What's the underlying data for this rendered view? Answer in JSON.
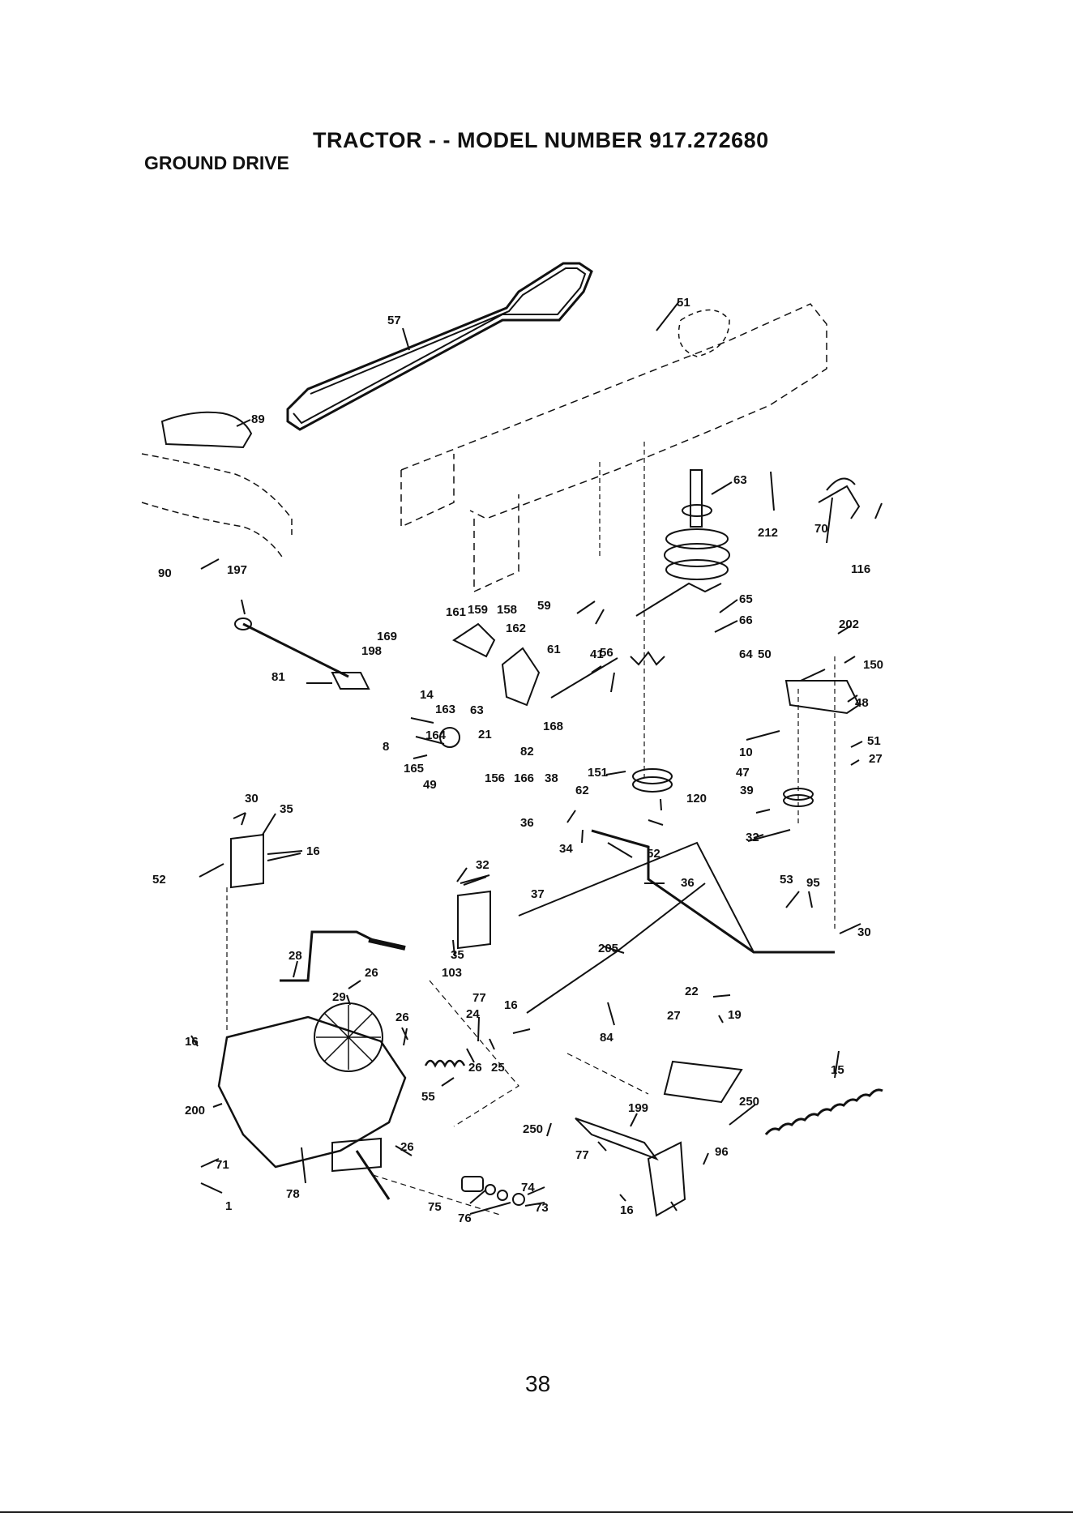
{
  "page": {
    "title": "TRACTOR - - MODEL NUMBER  917.272680",
    "subtitle": "GROUND DRIVE",
    "page_number": "38"
  },
  "callouts": [
    "57",
    "51",
    "89",
    "63",
    "212",
    "70",
    "116",
    "90",
    "197",
    "59",
    "66",
    "65",
    "202",
    "150",
    "169",
    "161",
    "159",
    "158",
    "162",
    "198",
    "61",
    "64",
    "50",
    "48",
    "56",
    "41",
    "81",
    "63",
    "14",
    "164",
    "163",
    "168",
    "21",
    "82",
    "165",
    "156",
    "166",
    "38",
    "151",
    "51",
    "27",
    "10",
    "8",
    "49",
    "47",
    "39",
    "120",
    "32",
    "30",
    "35",
    "62",
    "36",
    "34",
    "52",
    "16",
    "52",
    "32",
    "37",
    "36",
    "35",
    "53",
    "95",
    "30",
    "28",
    "103",
    "205",
    "26",
    "29",
    "77",
    "16",
    "26",
    "22",
    "16",
    "84",
    "27",
    "24",
    "19",
    "25",
    "26",
    "55",
    "15",
    "200",
    "199",
    "250",
    "250",
    "96",
    "71",
    "77",
    "26",
    "1",
    "78",
    "74",
    "75",
    "76",
    "73",
    "16"
  ]
}
